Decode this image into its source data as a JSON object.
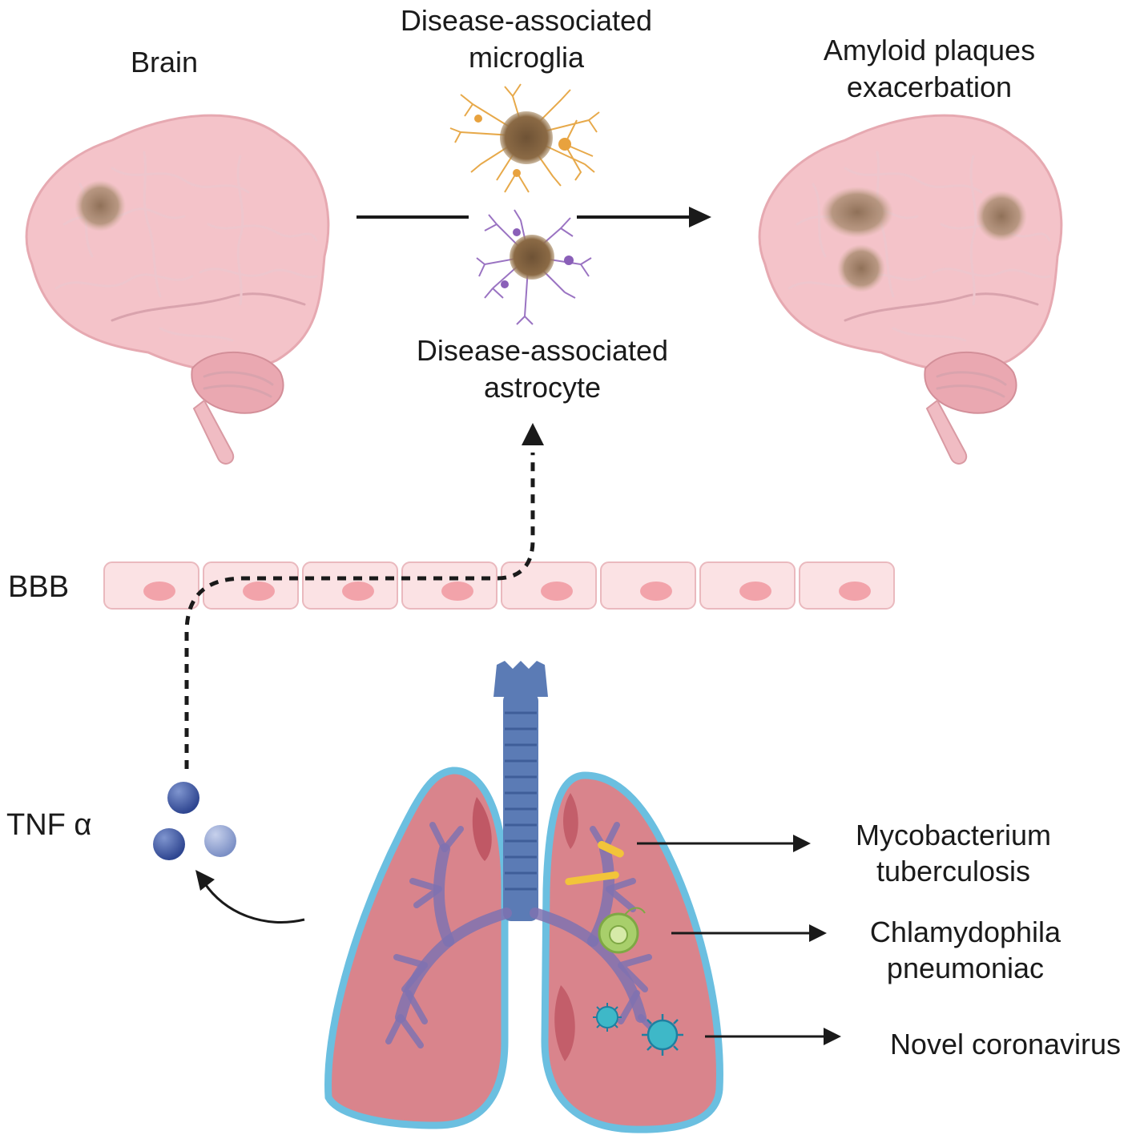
{
  "labels": {
    "brain": "Brain",
    "microglia_line1": "Disease-associated",
    "microglia_line2": "microglia",
    "amyloid_line1": "Amyloid plaques",
    "amyloid_line2": "exacerbation",
    "astrocyte_line1": "Disease-associated",
    "astrocyte_line2": "astrocyte",
    "bbb": "BBB",
    "tnf": "TNF α",
    "myco_line1": "Mycobacterium",
    "myco_line2": "tuberculosis",
    "chlamy_line1": "Chlamydophila",
    "chlamy_line2": "pneumoniac",
    "corona": "Novel coronavirus"
  },
  "colors": {
    "brain_fill": "#f4c3c9",
    "plaque": "#a68a70",
    "microglia": "#e7a94a",
    "astrocyte": "#9a73c2",
    "lung_fill": "#d9848c",
    "lung_outline": "#6bbfe0",
    "trachea": "#5b7bb5",
    "tnf_dark": "#3c55a0",
    "tnf_light": "#8fa2d1",
    "bacterium": "#f2c43a",
    "chlamydia": "#a8cf6b",
    "virus": "#3eb8c8"
  },
  "icons": [
    "brain-icon",
    "plaque-brain-icon",
    "microglia-icon",
    "astrocyte-icon",
    "bbb-cells",
    "lungs-icon",
    "tnf-molecules"
  ]
}
